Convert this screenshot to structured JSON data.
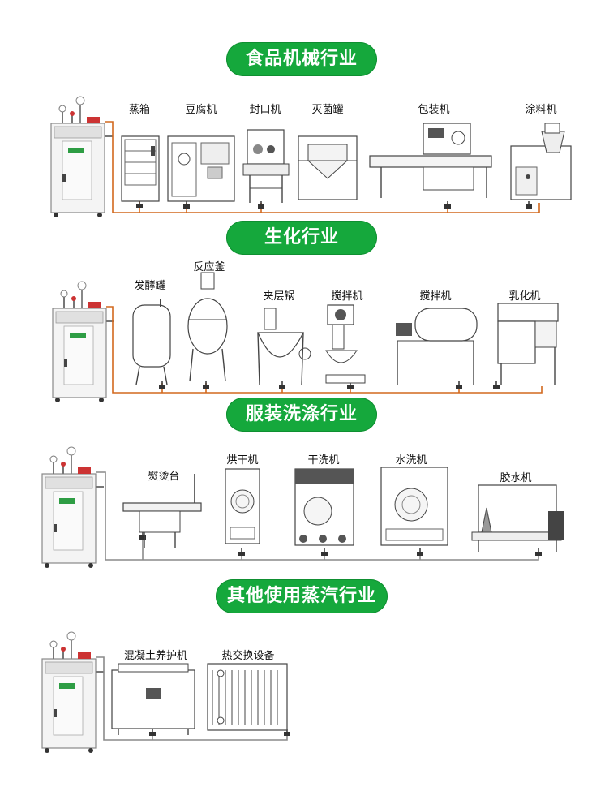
{
  "sections": [
    {
      "title": "食品机械行业",
      "devices": [
        "蒸箱",
        "豆腐机",
        "封口机",
        "灭菌罐",
        "包装机",
        "涂料机"
      ]
    },
    {
      "title": "生化行业",
      "devices": [
        "发酵罐",
        "反应釜",
        "夹层锅",
        "搅拌机",
        "搅拌机",
        "乳化机"
      ]
    },
    {
      "title": "服装洗涤行业",
      "devices": [
        "熨烫台",
        "烘干机",
        "干洗机",
        "水洗机",
        "胶水机"
      ]
    },
    {
      "title": "其他使用蒸汽行业",
      "devices": [
        "混凝土养护机",
        "热交换设备"
      ]
    }
  ],
  "colors": {
    "header_bg": "#15a83c",
    "steam_pipe": "#d2691e",
    "water_pipe": "#8a8a8a",
    "outline": "#444444"
  },
  "icons": [
    "steam-generator-icon",
    "valve-icon",
    "machine-icon"
  ]
}
